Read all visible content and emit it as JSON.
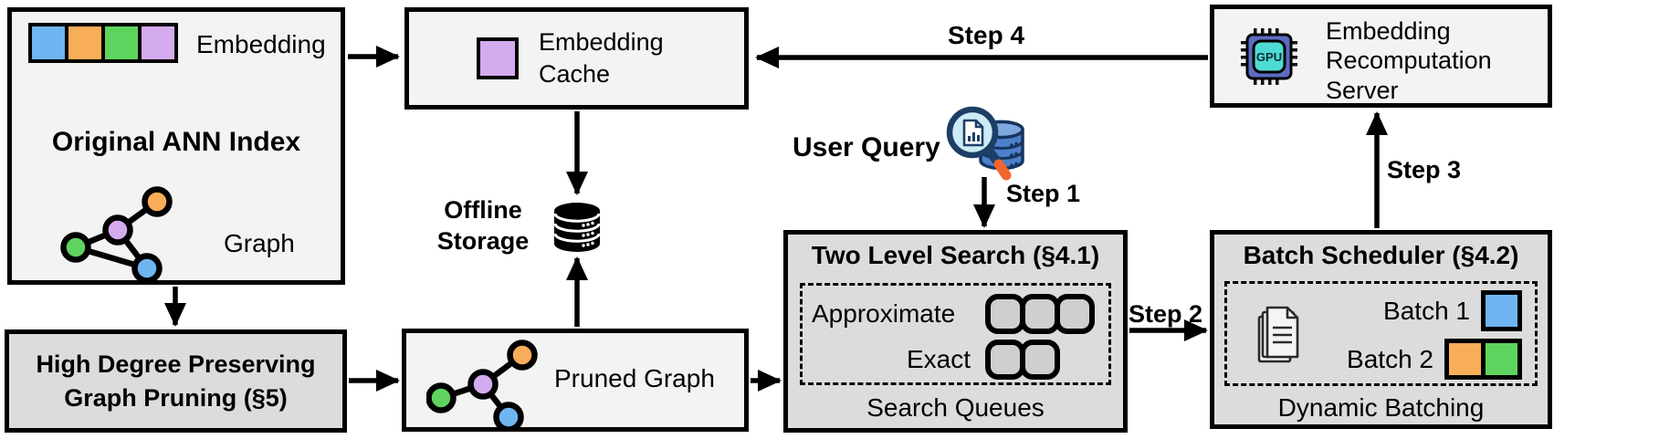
{
  "figure": {
    "ann_index": {
      "title": "Original ANN Index",
      "embedding_label": "Embedding",
      "graph_label": "Graph"
    },
    "graph_pruning": {
      "title": "High Degree Preserving Graph Pruning (§5)"
    },
    "embedding_cache": {
      "title": "Embedding Cache"
    },
    "offline_storage": {
      "title": "Offline Storage"
    },
    "pruned_graph": {
      "title": "Pruned Graph"
    },
    "user_query": {
      "title": "User Query"
    },
    "two_level_search": {
      "title": "Two Level Search (§4.1)",
      "approximate_label": "Approximate",
      "exact_label": "Exact",
      "approximate_queue_count": 3,
      "exact_queue_count": 2,
      "caption": "Search Queues"
    },
    "batch_scheduler": {
      "title": "Batch Scheduler (§4.2)",
      "batch1_label": "Batch 1",
      "batch2_label": "Batch 2",
      "caption": "Dynamic Batching"
    },
    "recomputation_server": {
      "title": "Embedding Recomputation Server",
      "gpu_label": "GPU"
    },
    "steps": {
      "step1": "Step 1",
      "step2": "Step 2",
      "step3": "Step 3",
      "step4": "Step 4"
    },
    "colors": {
      "blue": "#6fb5f2",
      "orange": "#f8ad58",
      "green": "#5ed45e",
      "purple": "#d5abf0",
      "box_light": "#f2f3f2",
      "box_dark": "#dcdcdc",
      "queue_fill": "#cfcfcf",
      "gpu_outer": "#5b6cc0",
      "gpu_inner": "#4edbd4",
      "magnifier_rim": "#1d3f66",
      "magnifier_glass": "#cdeaf5",
      "handle_tip": "#f2652e",
      "db_blue": "#4d7fcb",
      "db_blue_light": "#7fa8dd"
    }
  }
}
